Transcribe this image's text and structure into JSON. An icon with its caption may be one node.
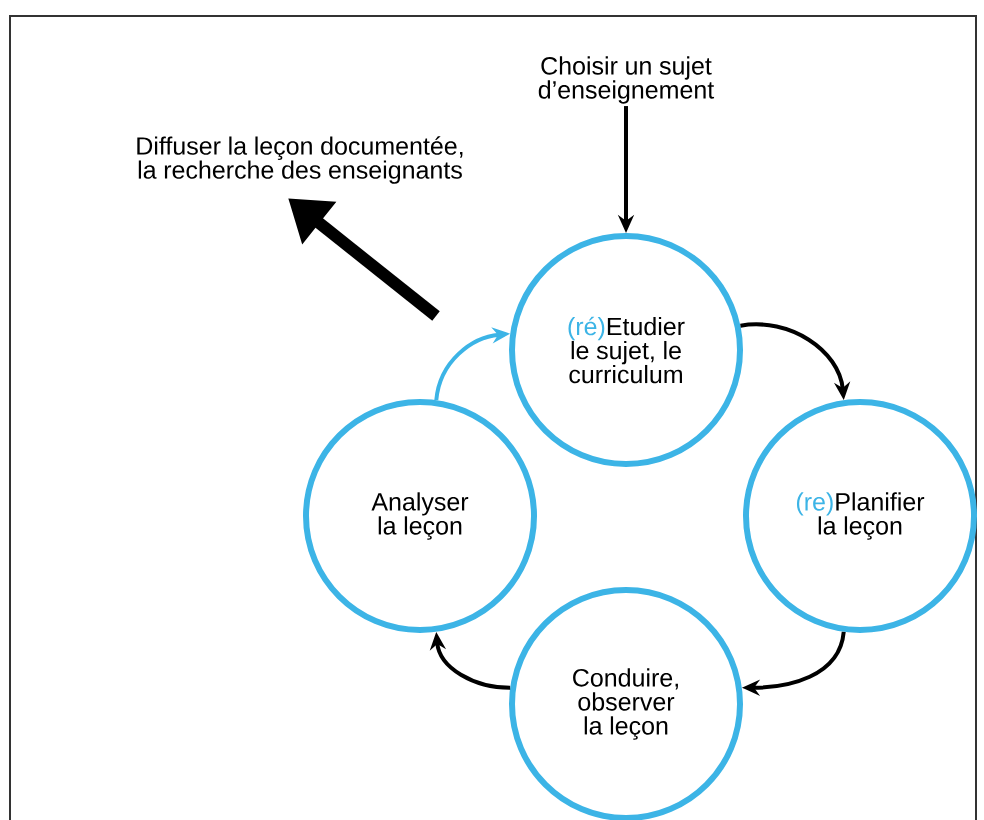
{
  "diagram": {
    "nodes": [
      {
        "text": [
          "Choisir un sujet d’enseignement"
        ]
      },
      {
        "text": [
          "Diffuser la leçon documentée, la recherche des enseignants"
        ]
      },
      {
        "text": [
          "(ré)",
          "Etudier le sujet, le curriculum"
        ]
      },
      {
        "text": [
          "(re)",
          "Planifier la leçon"
        ]
      },
      {
        "text": [
          "Conduire, observer la leçon"
        ]
      },
      {
        "text": [
          "Analyser la leçon"
        ]
      }
    ],
    "edges": [
      {
        "from": 0,
        "to": 2,
        "arrow": "to"
      },
      {
        "from": null,
        "to": 1,
        "arrow": "to",
        "style": "thick"
      },
      {
        "from": 2,
        "to": 3,
        "arrow": "to"
      },
      {
        "from": 3,
        "to": 4,
        "arrow": "to"
      },
      {
        "from": 4,
        "to": 5,
        "arrow": "to"
      },
      {
        "from": 5,
        "to": 2,
        "arrow": "to",
        "color": "#3cb4e6"
      }
    ]
  }
}
